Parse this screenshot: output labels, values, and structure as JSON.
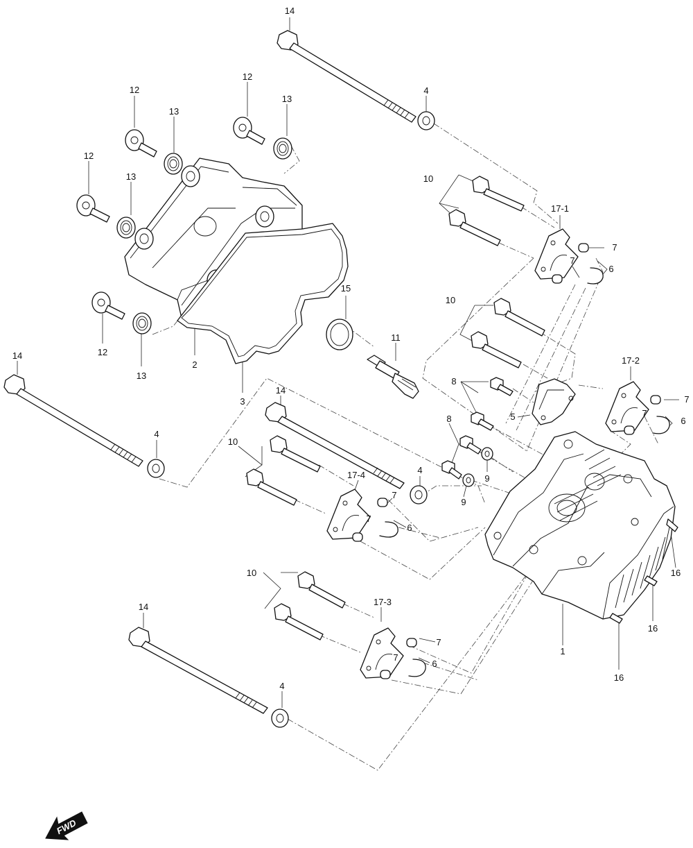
{
  "callouts": {
    "c14a": "14",
    "c4a": "4",
    "c12a": "12",
    "c13a": "13",
    "c12b": "12",
    "c13b": "13",
    "c12c": "12",
    "c13c": "13",
    "c12d": "12",
    "c13d": "13",
    "c2": "2",
    "c3": "3",
    "c15": "15",
    "c11": "11",
    "c10a": "10",
    "c17_1": "17-1",
    "c7a": "7",
    "c7b": "7",
    "c6a": "6",
    "c10b": "10",
    "c8a": "8",
    "c5": "5",
    "c17_2": "17-2",
    "c7c": "7",
    "c7d": "7",
    "c6b": "6",
    "c8b": "8",
    "c9a": "9",
    "c9b": "9",
    "c14b": "14",
    "c4b": "4",
    "c14c": "14",
    "c10c": "10",
    "c17_4": "17-4",
    "c4c": "4",
    "c7e": "7",
    "c7f": "7",
    "c6c": "6",
    "c16a": "16",
    "c16b": "16",
    "c16c": "16",
    "c1": "1",
    "c10d": "10",
    "c17_3": "17-3",
    "c7g": "7",
    "c7h": "7",
    "c6d": "6",
    "c14d": "14",
    "c4d": "4"
  },
  "direction_label": "FWD"
}
